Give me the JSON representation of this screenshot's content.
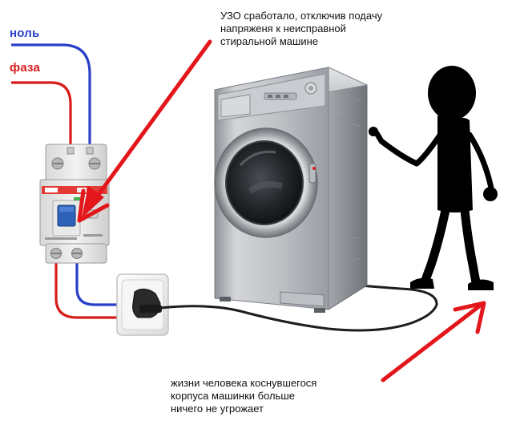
{
  "labels": {
    "neutral": "ноль",
    "phase": "фаза"
  },
  "captions": {
    "rcd_tripped": [
      "УЗО сработало, отключив подачу",
      "напряженя к неисправной",
      "стиральной машине"
    ],
    "person_safe": [
      "жизни человека коснувшегося",
      "корпуса машинки больше",
      "ничего не угрожает"
    ]
  },
  "colors": {
    "neutral_wire": "#2a40c8",
    "phase_wire": "#d81c1c",
    "arrow": "#e3161b",
    "person": "#000000",
    "machine_body": "#b9bcc0",
    "rcd_body": "#e7e7e7",
    "rcd_handle": "#2d62b8"
  }
}
